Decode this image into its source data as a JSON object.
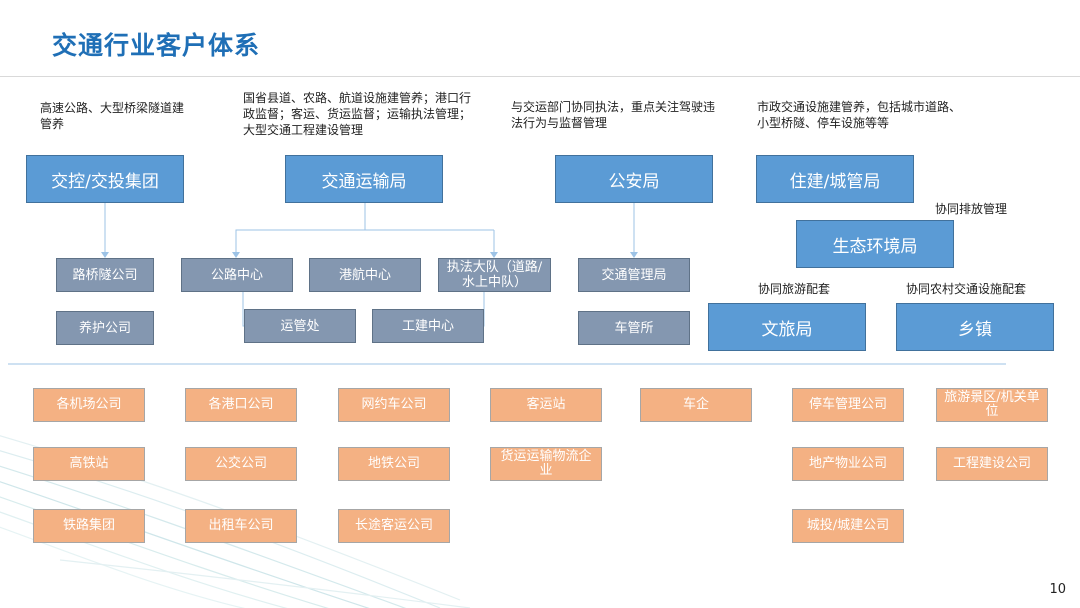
{
  "title": "交通行业客户体系",
  "descriptions": {
    "d1": "高速公路、大型桥梁隧道建管养",
    "d2": "国省县道、农路、航道设施建管养；港口行政监督；客运、货运监督；运输执法管理；大型交通工程建设管理",
    "d3": "与交运部门协同执法，重点关注驾驶违法行为与监督管理",
    "d4": "市政交通设施建管养，包括城市道路、小型桥隧、停车设施等等"
  },
  "main_boxes": {
    "jiaokong": "交控/交投集团",
    "jiaotong": "交通运输局",
    "gongan": "公安局",
    "zhujian": "住建/城管局",
    "shengtai": "生态环境局",
    "wenlv": "文旅局",
    "xiangzhen": "乡镇"
  },
  "sub_boxes": {
    "luqiao": "路桥隧公司",
    "yanghu": "养护公司",
    "gonglu": "公路中心",
    "ganghang": "港航中心",
    "zhifa": "执法大队（道路/水上中队）",
    "yunguan": "运管处",
    "gongjian": "工建中心",
    "jiaoguan": "交通管理局",
    "cheguan": "车管所"
  },
  "notes": {
    "paifang": "协同排放管理",
    "lvyou": "协同旅游配套",
    "nongcun": "协同农村交通设施配套"
  },
  "customers": {
    "r1": [
      "各机场公司",
      "各港口公司",
      "网约车公司",
      "客运站",
      "车企",
      "停车管理公司",
      "旅游景区/机关单位"
    ],
    "r2": [
      "高铁站",
      "公交公司",
      "地铁公司",
      "货运运输物流企业",
      "地产物业公司",
      "工程建设公司"
    ],
    "r3": [
      "铁路集团",
      "出租车公司",
      "长途客运公司",
      "城投/城建公司"
    ]
  },
  "page_number": "10",
  "colors": {
    "title": "#1f6fb6",
    "main_box": "#5b9bd5",
    "sub_box": "#8497b0",
    "customer_box": "#f4b183",
    "connector": "#9dc3e6"
  }
}
